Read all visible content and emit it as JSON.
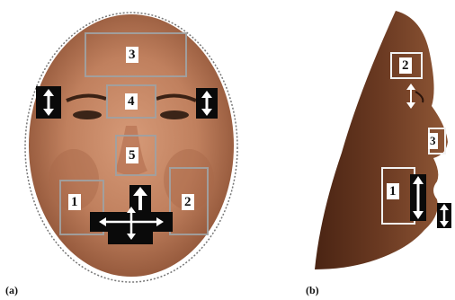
{
  "panels": {
    "a": {
      "caption": "(a)",
      "regions": [
        "3",
        "4",
        "5",
        "1",
        "2"
      ]
    },
    "b": {
      "caption": "(b)",
      "regions": [
        "2",
        "3",
        "1"
      ]
    }
  },
  "colors": {
    "skin_light": "#c98a6a",
    "skin_dark": "#6e3a22",
    "box_gray": "#a0a0a0",
    "badge_black": "#0a0a0a",
    "arrow_white": "#ffffff"
  },
  "icons": [
    "vertical-double-arrow-icon",
    "four-way-arrow-icon",
    "up-arrow-icon"
  ]
}
